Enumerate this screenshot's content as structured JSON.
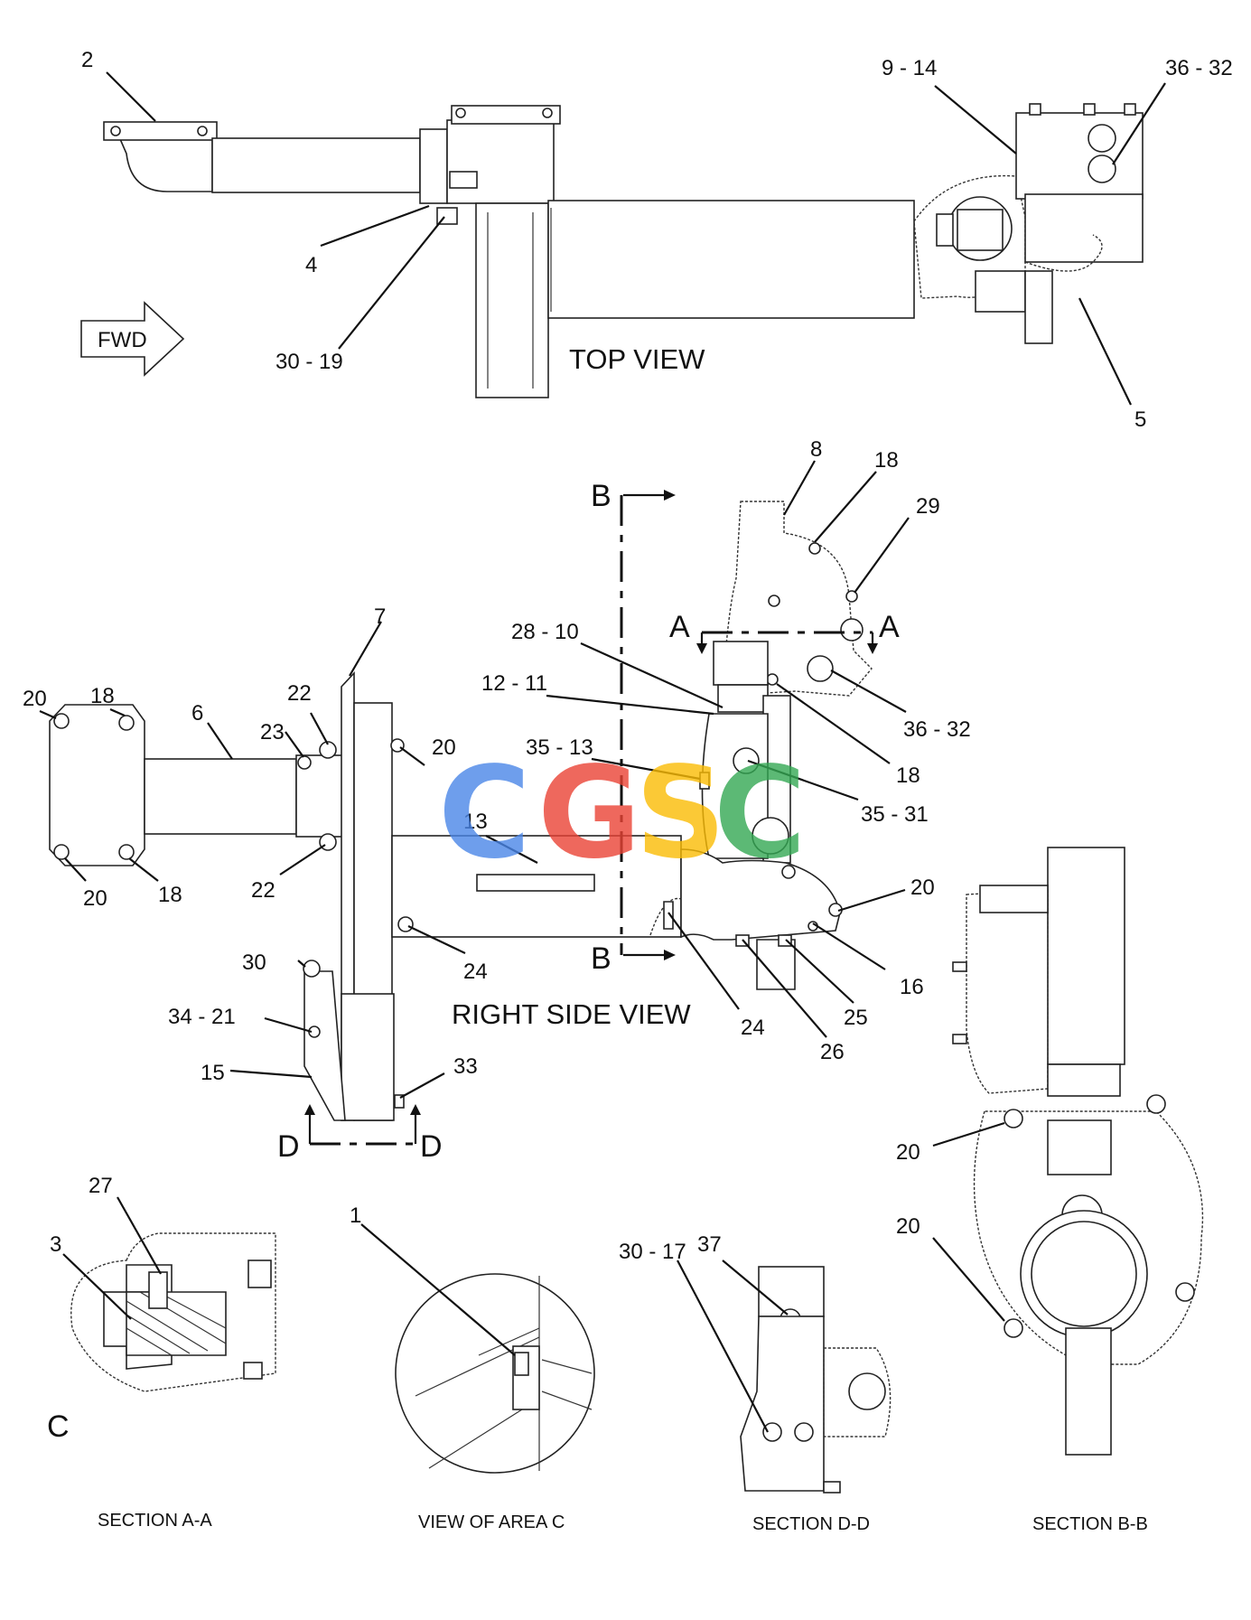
{
  "labels": {
    "l2": "2",
    "l4": "4",
    "l30_19": "30 - 19",
    "l9_14": "9 - 14",
    "l36_32_top": "36 - 32",
    "l5": "5",
    "l8": "8",
    "l18_a": "18",
    "l29": "29",
    "l28_10": "28 - 10",
    "l12_11": "12 - 11",
    "l36_32_mid": "36 - 32",
    "l18_b": "18",
    "l35_13": "35 - 13",
    "l35_31": "35 - 31",
    "l7": "7",
    "l20_a": "20",
    "l18_c": "18",
    "l6": "6",
    "l22_a": "22",
    "l23": "23",
    "l20_b": "20",
    "l13": "13",
    "l20_c": "20",
    "l18_d": "18",
    "l22_b": "22",
    "l20_d": "20",
    "l16": "16",
    "l24_a": "24",
    "l24_b": "24",
    "l25": "25",
    "l26": "26",
    "l30": "30",
    "l34_21": "34 - 21",
    "l15": "15",
    "l33": "33",
    "l20_e": "20",
    "l20_f": "20",
    "l27": "27",
    "l3": "3",
    "l1": "1",
    "l30_17": "30 - 17",
    "l37": "37"
  },
  "section_marks": {
    "b_top": "B",
    "b_bottom": "B",
    "a_left": "A",
    "a_right": "A",
    "d_left": "D",
    "d_right": "D",
    "c": "C"
  },
  "arrow_fwd": "FWD",
  "view_titles": {
    "top": "TOP VIEW",
    "right_side": "RIGHT SIDE VIEW"
  },
  "captions": {
    "section_aa": "SECTION A-A",
    "view_area_c": "VIEW OF AREA C",
    "section_dd": "SECTION D-D",
    "section_bb": "SECTION B-B"
  },
  "watermark": {
    "letters": [
      "C",
      "G",
      "S",
      "C"
    ],
    "colors": [
      "#4a86e8",
      "#ea4335",
      "#fbbc05",
      "#34a853"
    ]
  }
}
